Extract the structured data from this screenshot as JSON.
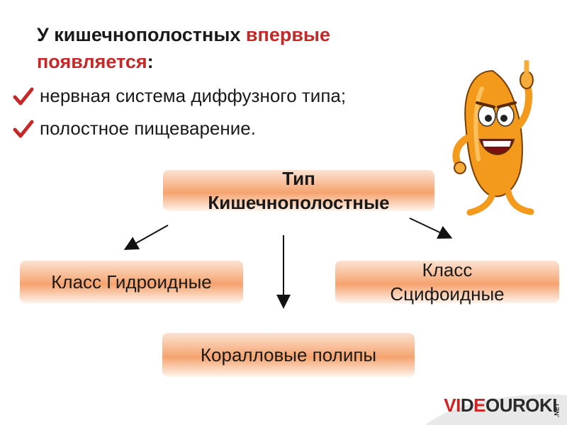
{
  "heading": {
    "part1": "У кишечнополостных ",
    "part2": "впервые появляется",
    "part3": ":"
  },
  "bullets": [
    "нервная система диффузного типа;",
    "полостное пищеварение."
  ],
  "diagram": {
    "type_box": {
      "line1": "Тип",
      "line2": "Кишечнополостные"
    },
    "hydro_box": "Класс Гидроидные",
    "scypho_box": {
      "line1": "Класс",
      "line2": "Сцифоидные"
    },
    "coral_box": "Коралловые полипы"
  },
  "colors": {
    "highlight": "#c62828",
    "check": "#c62828",
    "box_accent": "#f5a36e"
  },
  "logo": {
    "main_red1": "VI",
    "main_dark1": "D",
    "main_red2": "E",
    "main_dark2": "OUROKI",
    "suffix": ".NET"
  }
}
